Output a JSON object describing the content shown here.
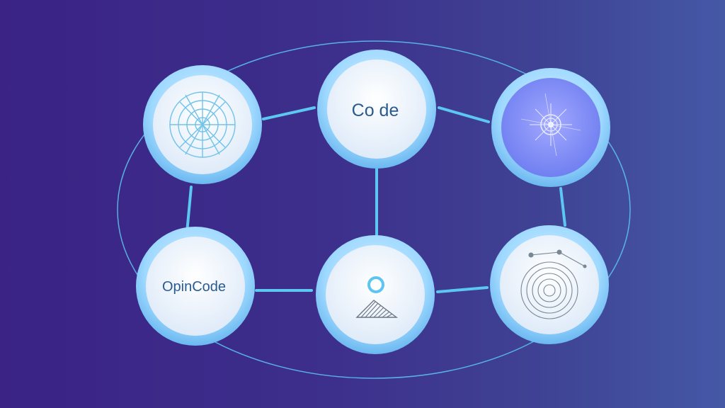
{
  "diagram": {
    "nodes": [
      {
        "id": "target",
        "icon": "radar-target-icon",
        "label": ""
      },
      {
        "id": "code",
        "icon": "",
        "label": "Co de"
      },
      {
        "id": "spark",
        "icon": "starburst-icon",
        "label": ""
      },
      {
        "id": "opencode",
        "icon": "",
        "label": "OpinCode"
      },
      {
        "id": "mountain",
        "icon": "mountain-sun-icon",
        "label": ""
      },
      {
        "id": "dial",
        "icon": "concentric-dial-icon",
        "label": ""
      }
    ],
    "edges": [
      [
        "target",
        "code"
      ],
      [
        "code",
        "spark"
      ],
      [
        "code",
        "mountain"
      ],
      [
        "target",
        "opencode"
      ],
      [
        "opencode",
        "mountain"
      ],
      [
        "mountain",
        "dial"
      ],
      [
        "spark",
        "dial"
      ]
    ],
    "colors": {
      "link": "#5cc8f2",
      "ring": "#9fd9ff",
      "node_fill": "#eaf2fc",
      "spark_fill": "#7b87f4",
      "label": "#2a5b8f"
    }
  }
}
